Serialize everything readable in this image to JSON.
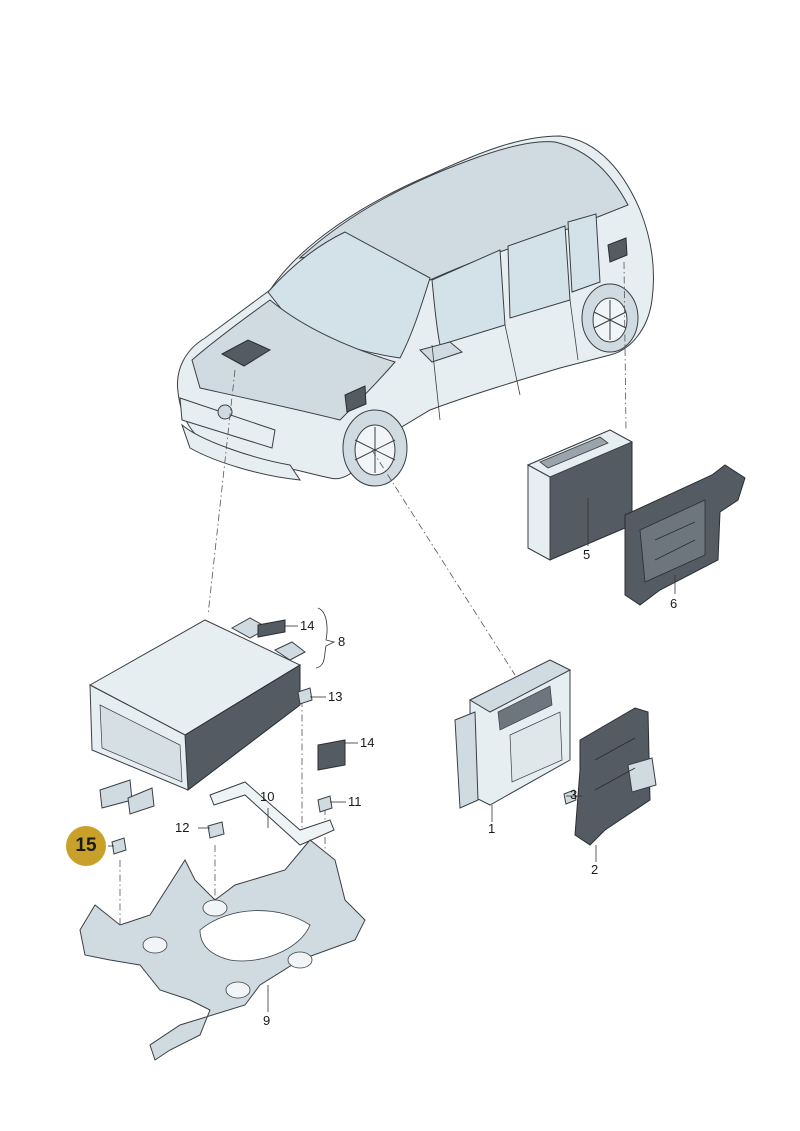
{
  "callouts": {
    "c1": "1",
    "c2": "2",
    "c3": "3",
    "c5": "5",
    "c6": "6",
    "c8": "8",
    "c9": "9",
    "c10": "10",
    "c11": "11",
    "c12": "12",
    "c13": "13",
    "c14a": "14",
    "c14b": "14",
    "c15": "15"
  },
  "colors": {
    "highlight_badge": "#c9a02a",
    "line_art": "#3a3f44",
    "module_dark": "#545b62",
    "surface_light": "#e6eef2"
  }
}
